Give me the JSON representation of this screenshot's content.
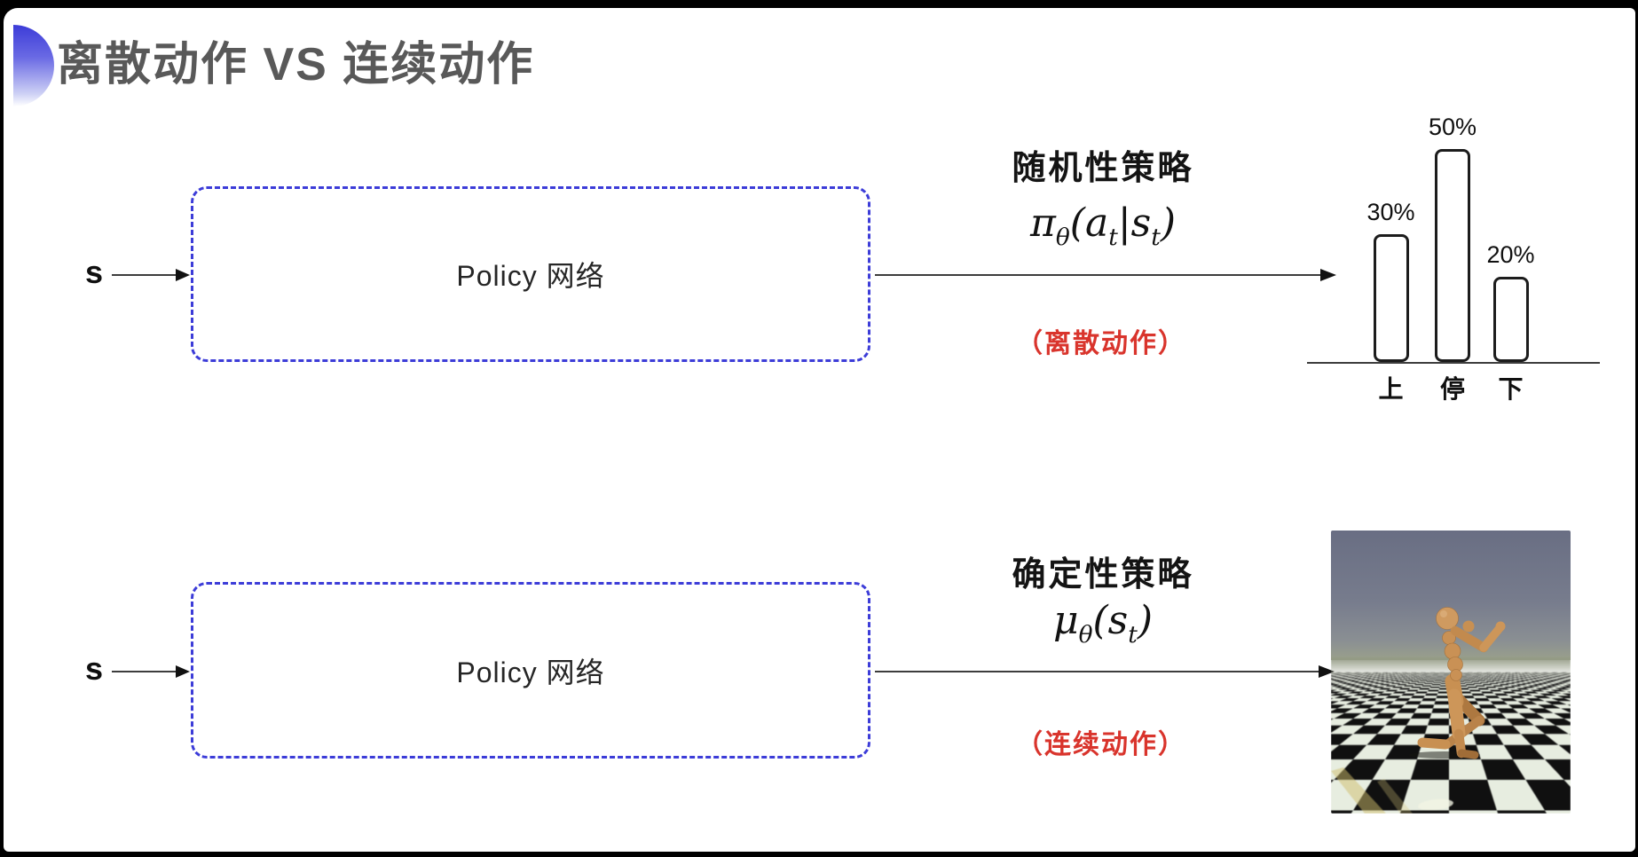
{
  "slide": {
    "title": "离散动作 VS 连续动作",
    "colors": {
      "accent_blue": "#3c3cd8",
      "box_border_blue": "#3c3cd8",
      "caption_red": "#d9342c",
      "title_gray": "#595959"
    }
  },
  "top_flow": {
    "input_label": "s",
    "box_label": "Policy 网络",
    "policy_name": "随机性策略",
    "formula": {
      "sym": "π",
      "sub": "θ",
      "open": "(a",
      "t1": "t",
      "mid": "|s",
      "t2": "t",
      "close": ")"
    },
    "caption": "（离散动作）"
  },
  "bottom_flow": {
    "input_label": "s",
    "box_label": "Policy 网络",
    "policy_name": "确定性策略",
    "formula": {
      "sym": "μ",
      "sub": "θ",
      "open": "(s",
      "t1": "t",
      "close": ")"
    },
    "caption": "（连续动作）"
  },
  "chart_data": {
    "type": "bar",
    "categories": [
      "上",
      "停",
      "下"
    ],
    "values": [
      30,
      50,
      20
    ],
    "value_labels": [
      "30%",
      "50%",
      "20%"
    ],
    "title": "",
    "xlabel": "",
    "ylabel": "",
    "ylim": [
      0,
      55
    ],
    "grid": false,
    "legend": false,
    "bar_style": "outlined rounded bars, white fill, black stroke, baseline axis only"
  },
  "robot_scene": {
    "label": "humanoid-simulation-render",
    "sky_color": "#6f7488",
    "floor_light": "#e7ede0",
    "floor_dark": "#101010",
    "body_color": "#cd9659"
  }
}
